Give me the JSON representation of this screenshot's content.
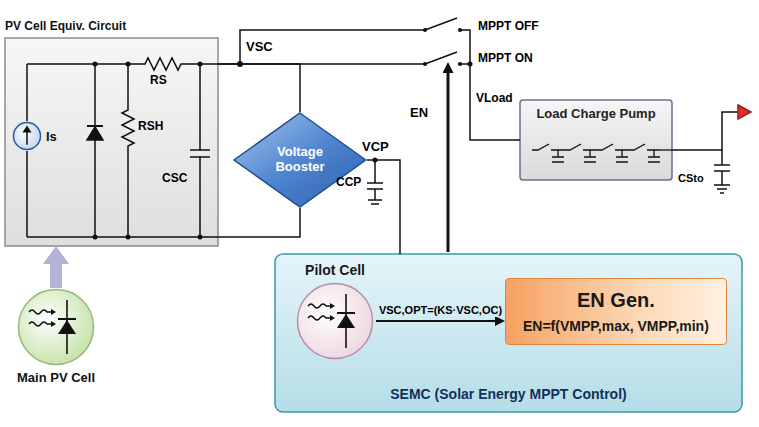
{
  "diagram": {
    "nodes": [
      {
        "text": [
          "PV Cell Equiv. Circuit"
        ]
      },
      {
        "text": [
          "Is"
        ],
        "in": 0
      },
      {
        "text": [
          "Voltage Booster"
        ]
      },
      {
        "text": [
          "Load Charge Pump"
        ]
      },
      {
        "text": [
          "SEMC (Solar Energy MPPT Control)"
        ]
      },
      {
        "text": [
          "Pilot Cell"
        ],
        "in": 4
      },
      {
        "text": [
          "EN Gen.",
          "EN=f(VMPP,max, VMPP,min)"
        ],
        "in": 4
      },
      {
        "text": [
          "Main PV Cell"
        ]
      }
    ],
    "edges": [
      {
        "from": 7,
        "to": 0,
        "arrow": "to"
      },
      {
        "from": 0,
        "to": 2,
        "arrow": "none"
      },
      {
        "from": 2,
        "to": 4,
        "arrow": "none"
      },
      {
        "from": 0,
        "to": 3,
        "arrow": "none"
      },
      {
        "from": 5,
        "to": 6,
        "arrow": "to",
        "label": "VSC,OPT=(KS·VSC,OC)"
      }
    ],
    "labels": [
      "VSC",
      "RS",
      "RSH",
      "CSC",
      "VCP",
      "CCP",
      "MPPT OFF",
      "MPPT ON",
      "EN",
      "VLoad",
      "CSto"
    ]
  }
}
